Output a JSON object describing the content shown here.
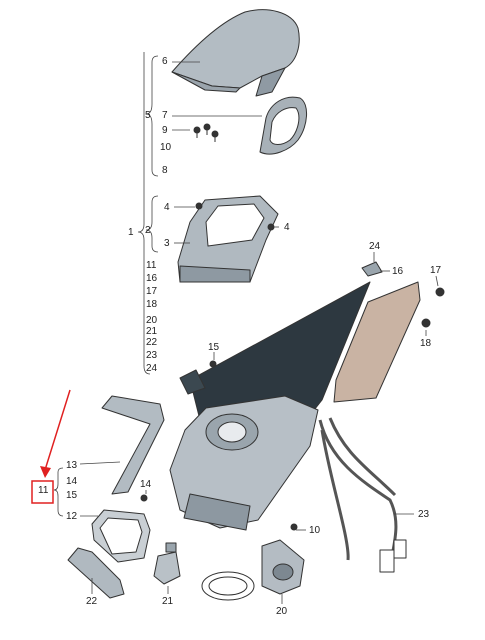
{
  "labels": {
    "l1": "1",
    "l2": "2",
    "l3": "3",
    "l4a": "4",
    "l4b": "4",
    "l5": "5",
    "l6": "6",
    "l7": "7",
    "l8": "8",
    "l9": "9",
    "l10a": "10",
    "l11a": "11",
    "l16a": "16",
    "l17a": "17",
    "l18a": "18",
    "l20a": "20",
    "l21a": "21",
    "l22a": "22",
    "l23a": "23",
    "l24a": "24",
    "l13": "13",
    "l14a": "14",
    "l11b": "11",
    "l15": "15",
    "l12": "12",
    "l14b": "14",
    "l10b": "10",
    "l24b": "24",
    "l16b": "16",
    "l17b": "17",
    "l18b": "18",
    "l15b": "15",
    "l23b": "23",
    "l22b": "22",
    "l21b": "21",
    "l20b": "20"
  },
  "highlight": {
    "label": "11",
    "color": "#e02020"
  },
  "colors": {
    "part_fill": "#a9b2b9",
    "part_dark": "#2d3840",
    "pad_fill": "#c9b3a3"
  }
}
